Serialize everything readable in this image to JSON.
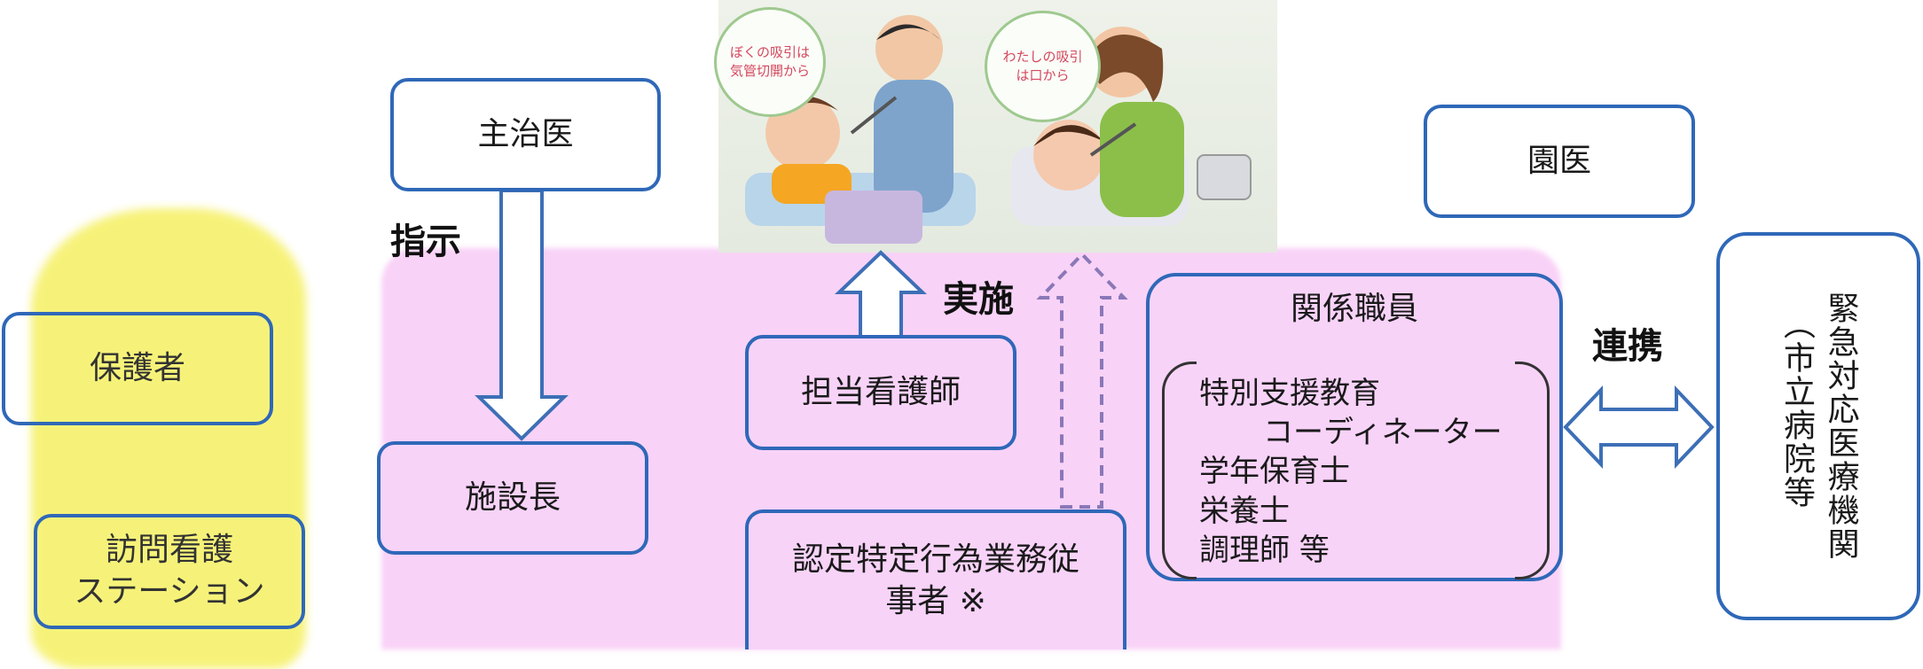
{
  "diagram": {
    "nodes": {
      "shujii": "主治医",
      "enI": "園医",
      "hogosha": "保護者",
      "houmon_line1": "訪問看護",
      "houmon_line2": "ステーション",
      "shisetsucho": "施設長",
      "tanto": "担当看護師",
      "nintei_line1": "認定特定行為業務従",
      "nintei_line2": "事者 ※",
      "kankei_title": "関係職員",
      "kankei_items": [
        "特別支援教育",
        "コーディネーター",
        "学年保育士",
        "栄養士",
        "調理師 等"
      ],
      "kinkyu_main": "緊急対応医療機関",
      "kinkyu_sub": "（市立病院等"
    },
    "arrow_labels": {
      "shiji": "指示",
      "jisshi": "実施",
      "renkei": "連携"
    }
  },
  "illustration": {
    "bubble_left": "ぼくの吸引は気管切開から",
    "bubble_right": "わたしの吸引は口から"
  },
  "colors": {
    "box_border": "#2f68b8",
    "arrow": "#3d6fb6",
    "dashed_arrow": "#8a78b8",
    "pink_area": "#f9d2f7",
    "yellow_area": "#f6f16e"
  }
}
